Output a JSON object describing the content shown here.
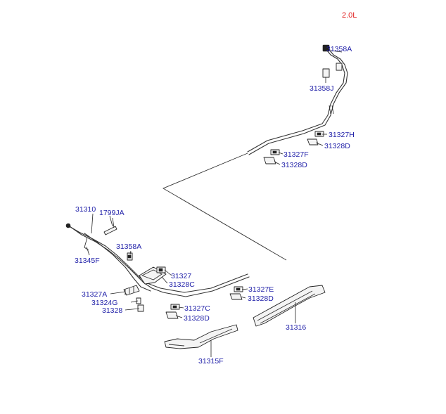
{
  "variant_label": "2.0L",
  "parts": {
    "p31358A_top": "31358A",
    "p31358J": "31358J",
    "p31327H": "31327H",
    "p31328D_a": "31328D",
    "p31327F": "31327F",
    "p31328D_b": "31328D",
    "p31310": "31310",
    "p1799JA": "1799JA",
    "p31345F": "31345F",
    "p31358A_mid": "31358A",
    "p31327": "31327",
    "p31328C": "31328C",
    "p31327E": "31327E",
    "p31328D_c": "31328D",
    "p31327A": "31327A",
    "p31324G": "31324G",
    "p31328": "31328",
    "p31327C": "31327C",
    "p31328D_d": "31328D",
    "p31316": "31316",
    "p31315F": "31315F"
  }
}
